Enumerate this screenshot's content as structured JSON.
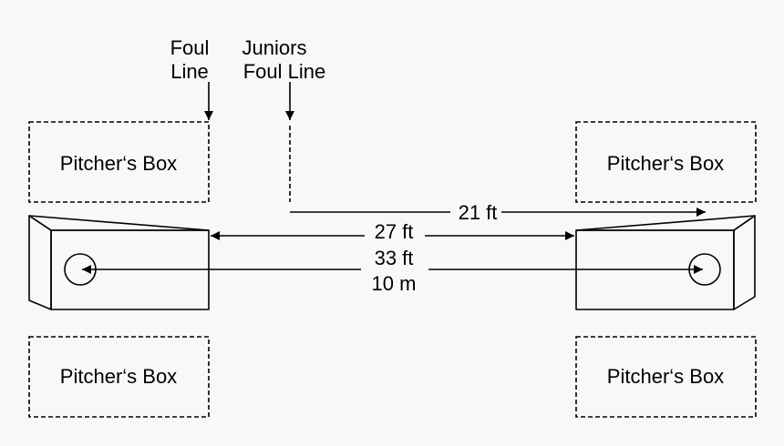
{
  "labels": {
    "foul_line_1": "Foul",
    "foul_line_2": "Line",
    "juniors_foul_line_1": "Juniors",
    "juniors_foul_line_2": "Foul Line",
    "pitchers_box": "Pitcher‘s Box",
    "dist_21": "21 ft",
    "dist_27": "27 ft",
    "dist_33": "33 ft",
    "dist_10m": "10 m"
  },
  "colors": {
    "line": "#000000",
    "background": "#f8f8f8"
  }
}
